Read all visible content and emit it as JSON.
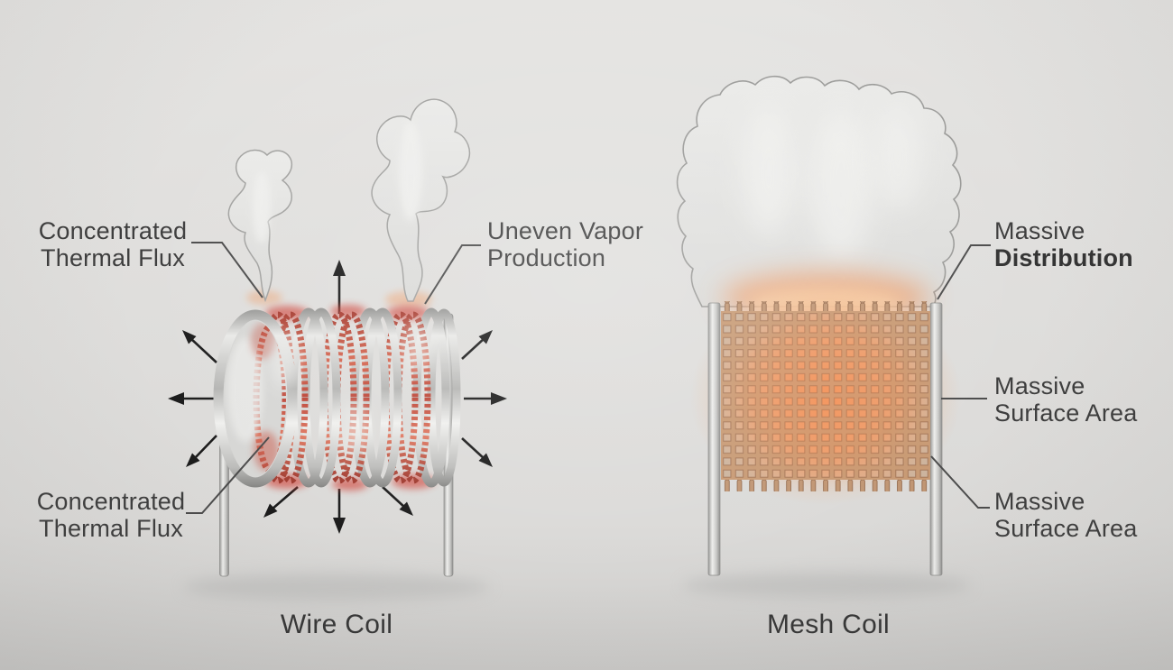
{
  "diagram": {
    "type": "comparison-infographic",
    "subject": "vape coil heating comparison",
    "left_figure": {
      "caption": "Wire Coil",
      "labels": {
        "top_left": {
          "lines": [
            "Concentrated",
            "Thermal Flux"
          ]
        },
        "top_right": {
          "lines": [
            "Uneven Vapor",
            "Production"
          ]
        },
        "bottom_left": {
          "lines": [
            "Concentrated",
            "Thermal Flux"
          ]
        }
      }
    },
    "right_figure": {
      "caption": "Mesh Coil",
      "labels": {
        "top": {
          "lines": [
            "Massive",
            "Distribution"
          ]
        },
        "middle": {
          "lines": [
            "Massive",
            "Surface Area"
          ]
        },
        "bottom": {
          "lines": [
            "Massive",
            "Surface Area"
          ]
        }
      }
    },
    "colors": {
      "background": "#dfdedc",
      "label_text": "#3e3e3e",
      "caption_text": "#373737",
      "arrow": "#1c1c1c",
      "leader_line": "#4c4c4c",
      "coil_silver": "#c6c6c4",
      "coil_heat_red": "#c84b3e",
      "mesh_wire_tan": "#c89a74",
      "mesh_glow_orange": "#f0985e",
      "vapor_gray": "#e6e6e4"
    }
  }
}
